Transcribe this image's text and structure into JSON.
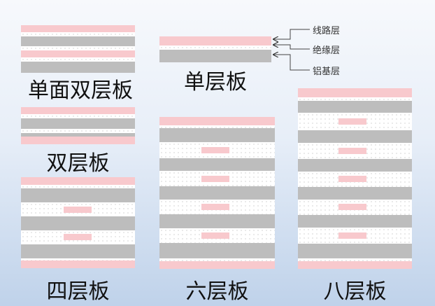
{
  "boards": [
    {
      "id": "single-sided-double-layer",
      "title": "单面双层板"
    },
    {
      "id": "double-layer",
      "title": "双层板"
    },
    {
      "id": "four-layer",
      "title": "四层板"
    },
    {
      "id": "single-layer",
      "title": "单层板"
    },
    {
      "id": "six-layer",
      "title": "六层板"
    },
    {
      "id": "eight-layer",
      "title": "八层板"
    }
  ],
  "legend": {
    "circuit_layer": "线路层",
    "insulation_layer": "绝缘层",
    "aluminum_base_layer": "铝基层"
  },
  "colors": {
    "circuit_layer": "#f8c9cd",
    "insulation_layer": "#ffffff",
    "aluminum_base_layer": "#bdbdbd"
  }
}
